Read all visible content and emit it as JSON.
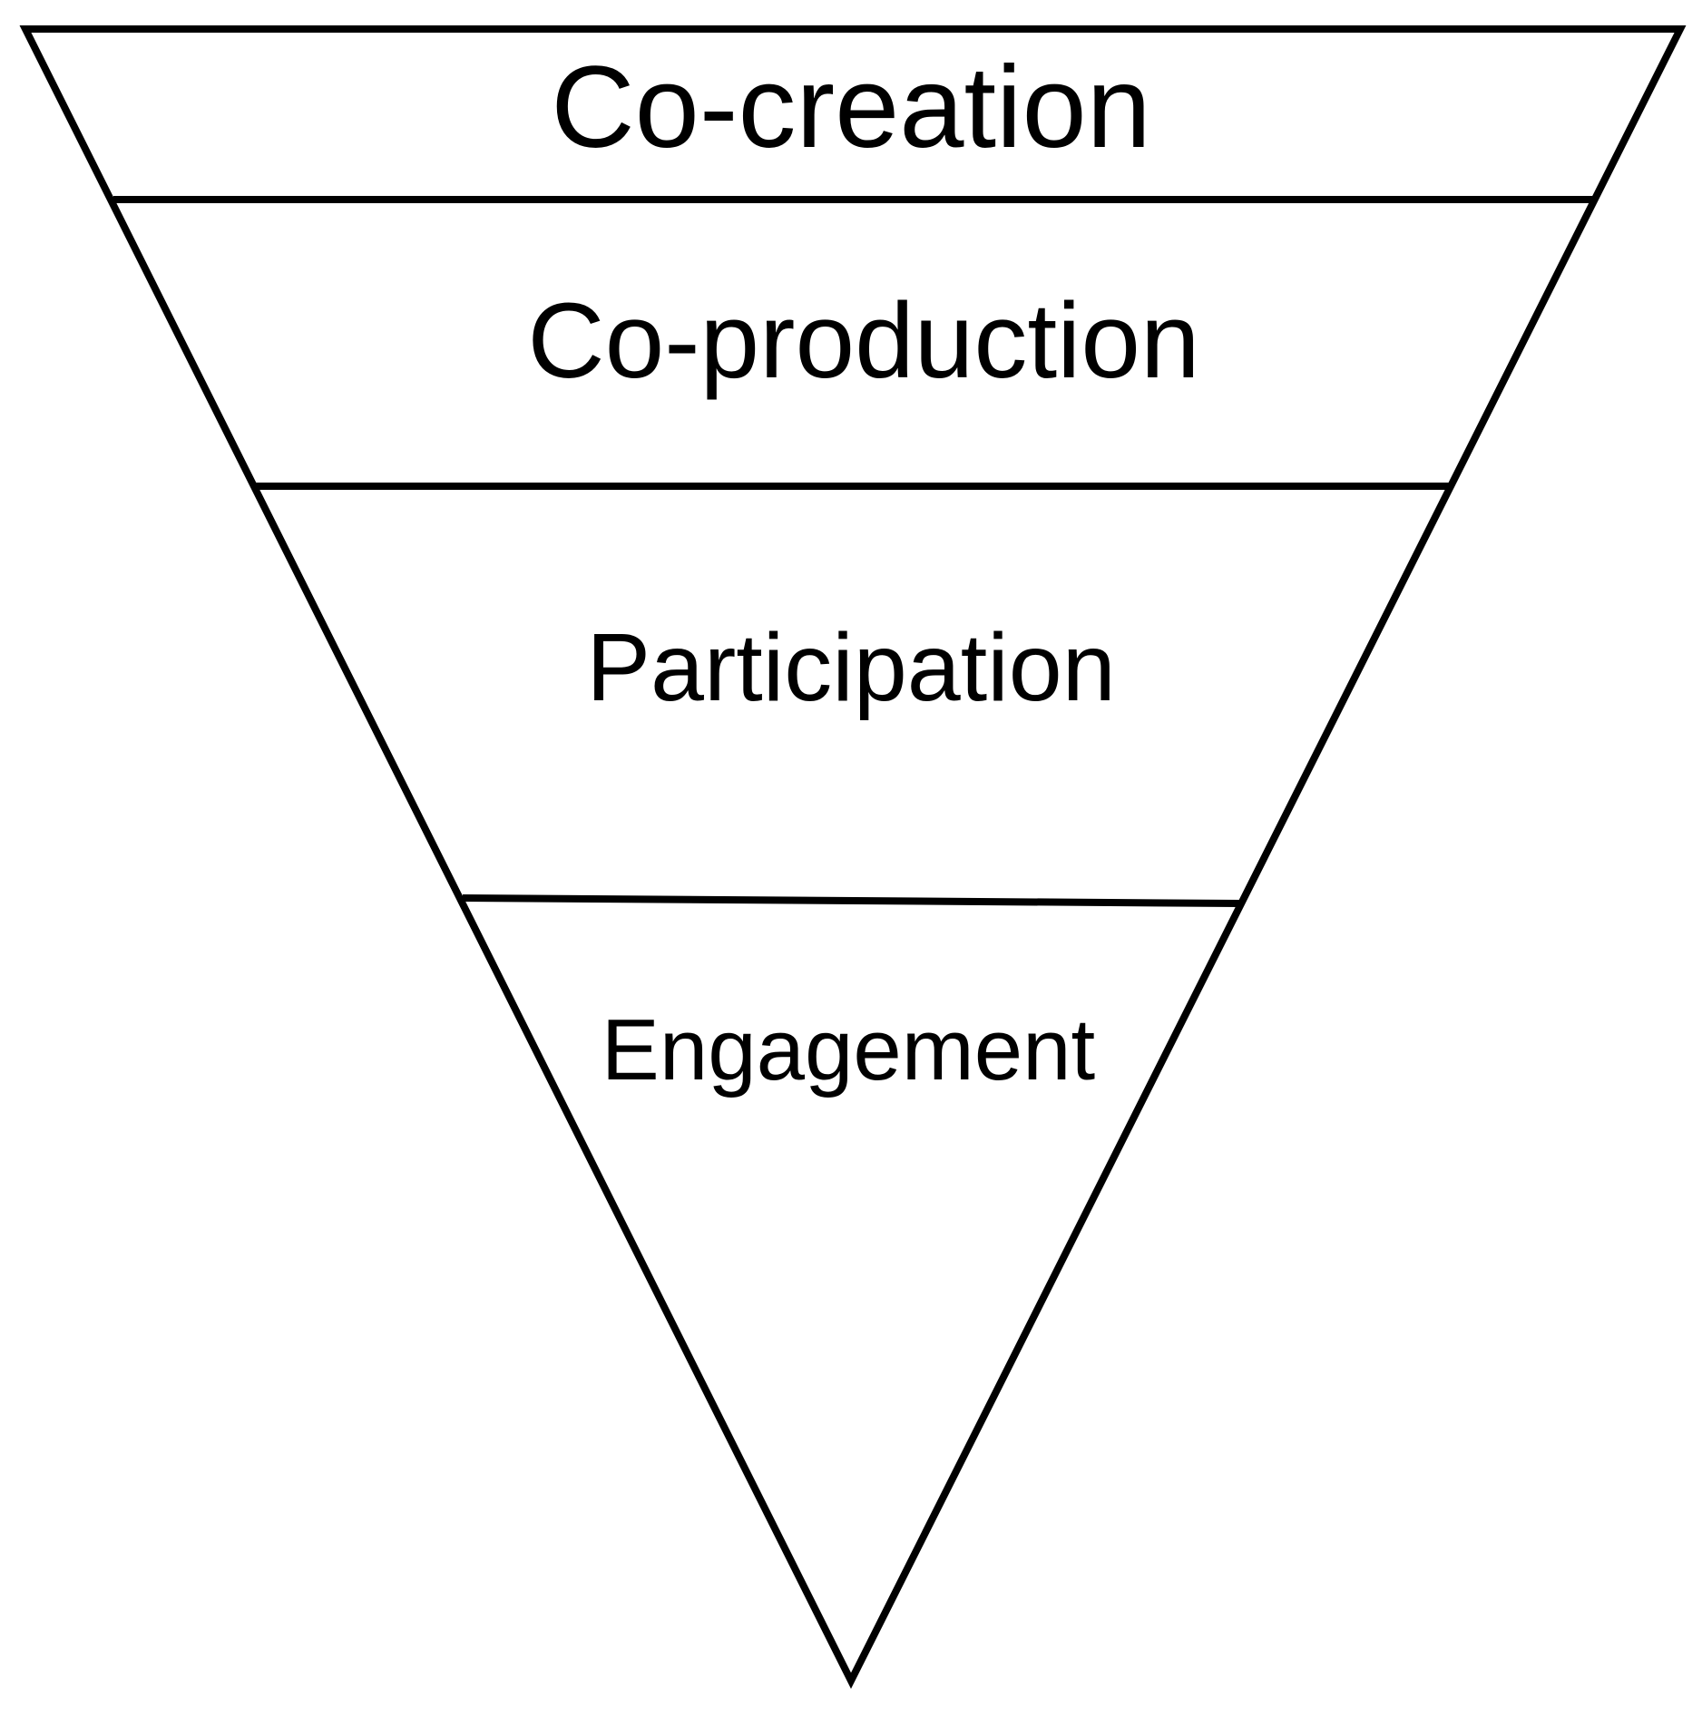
{
  "tiers": [
    {
      "label": "Co-creation"
    },
    {
      "label": "Co-production"
    },
    {
      "label": "Participation"
    },
    {
      "label": "Engagement"
    }
  ],
  "colors": {
    "stroke": "#000000",
    "background": "#ffffff",
    "text": "#000000"
  }
}
